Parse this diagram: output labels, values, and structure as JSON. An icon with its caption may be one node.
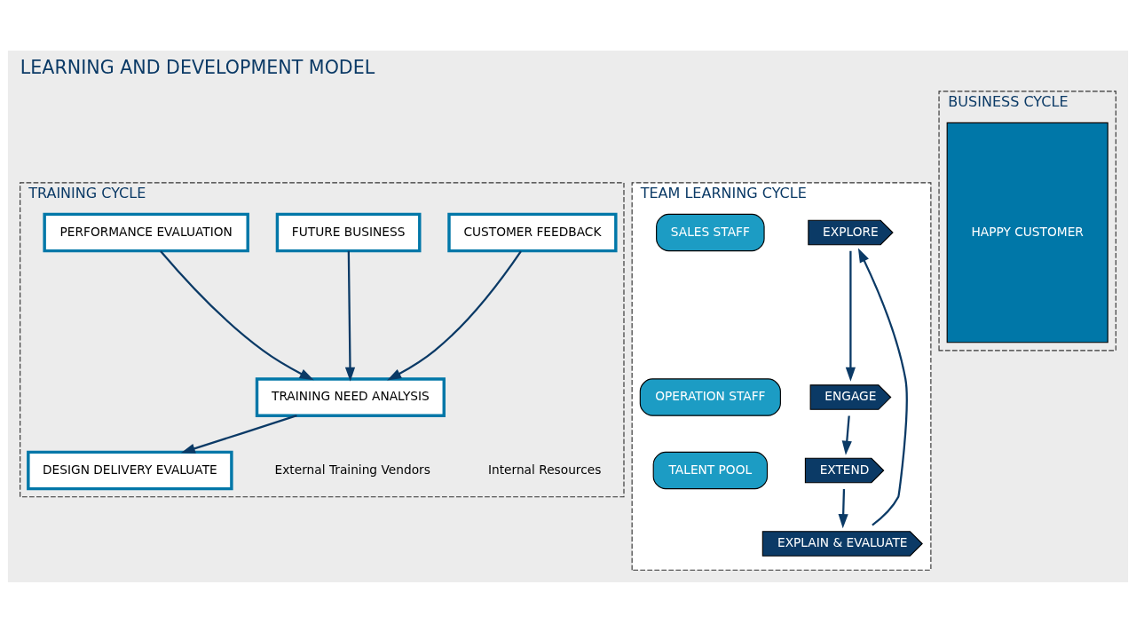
{
  "diagram": {
    "title": "LEARNING AND DEVELOPMENT MODEL",
    "nodes": [
      {
        "text": [
          "TRAINING CYCLE"
        ]
      },
      {
        "text": [
          "PERFORMANCE EVALUATION"
        ],
        "in": 0
      },
      {
        "text": [
          "FUTURE BUSINESS"
        ],
        "in": 0
      },
      {
        "text": [
          "CUSTOMER FEEDBACK"
        ],
        "in": 0
      },
      {
        "text": [
          "TRAINING NEED ANALYSIS"
        ],
        "in": 0
      },
      {
        "text": [
          "DESIGN DELIVERY EVALUATE"
        ],
        "in": 0
      },
      {
        "text": [
          "TEAM LEARNING CYCLE"
        ]
      },
      {
        "text": [
          "EXPLORE"
        ],
        "in": 6
      },
      {
        "text": [
          "ENGAGE"
        ],
        "in": 6
      },
      {
        "text": [
          "EXTEND"
        ],
        "in": 6
      },
      {
        "text": [
          "EXPLAIN & EVALUATE"
        ],
        "in": 6
      },
      {
        "text": [
          "SALES STAFF"
        ],
        "in": 6
      },
      {
        "text": [
          "OPERATION STAFF"
        ],
        "in": 6
      },
      {
        "text": [
          "TALENT POOL"
        ],
        "in": 6
      },
      {
        "text": [
          "BUSINESS CYCLE"
        ]
      },
      {
        "text": [
          "HAPPY CUSTOMER"
        ],
        "in": 14
      }
    ],
    "edges": [
      {
        "from": 1,
        "to": 4,
        "arrow": "to"
      },
      {
        "from": 2,
        "to": 4,
        "arrow": "to"
      },
      {
        "from": 3,
        "to": 4,
        "arrow": "to"
      },
      {
        "from": 4,
        "to": 5,
        "arrow": "to"
      },
      {
        "from": 7,
        "to": 8,
        "arrow": "to"
      },
      {
        "from": 8,
        "to": 9,
        "arrow": "to"
      },
      {
        "from": 9,
        "to": 10,
        "arrow": "to"
      },
      {
        "from": 10,
        "to": 7,
        "arrow": "to"
      }
    ],
    "labels": [
      "External Training Vendors",
      "Internal Resources"
    ]
  }
}
